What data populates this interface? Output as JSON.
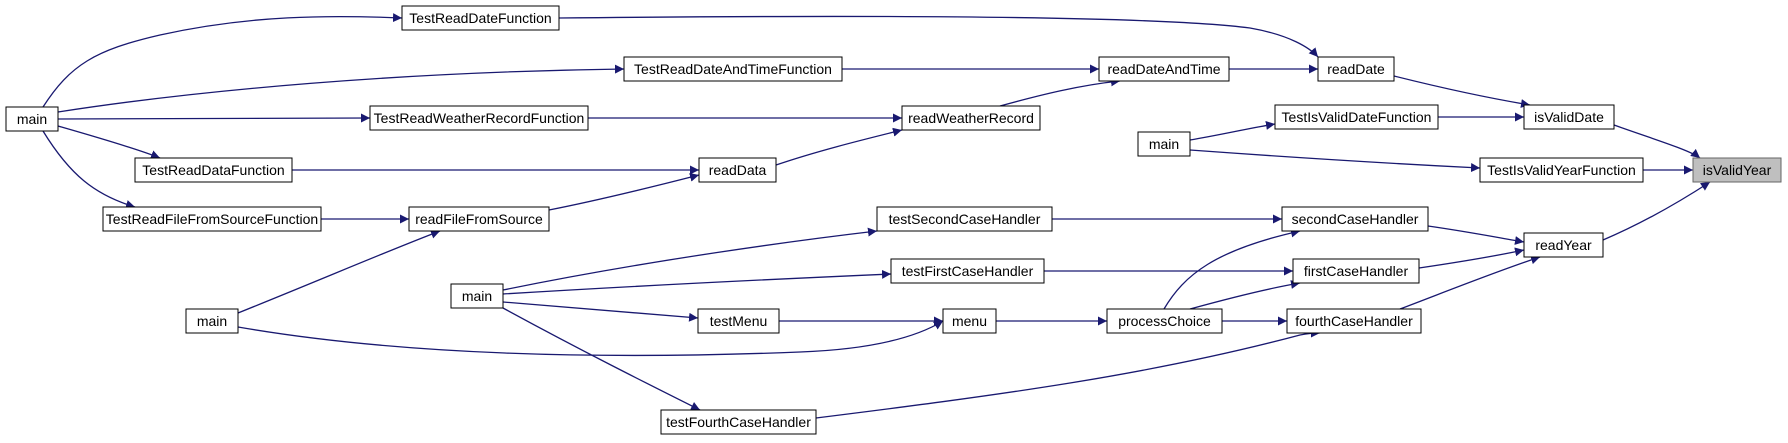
{
  "colors": {
    "edge": "#191970",
    "selected_fill": "#bfbfbf",
    "selected_stroke": "#666666",
    "node_stroke": "#000000",
    "background": "#ffffff"
  },
  "nodes": [
    {
      "id": "isValidYear",
      "label": "isValidYear",
      "selected": true
    },
    {
      "id": "isValidDate",
      "label": "isValidDate"
    },
    {
      "id": "TestIsValidYearFunction",
      "label": "TestIsValidYearFunction"
    },
    {
      "id": "readYear",
      "label": "readYear"
    },
    {
      "id": "readDate",
      "label": "readDate"
    },
    {
      "id": "TestIsValidDateFunction",
      "label": "TestIsValidDateFunction"
    },
    {
      "id": "main_2",
      "label": "main"
    },
    {
      "id": "readDateAndTime",
      "label": "readDateAndTime"
    },
    {
      "id": "TestReadDateFunction",
      "label": "TestReadDateFunction"
    },
    {
      "id": "TestReadDateAndTimeFunction",
      "label": "TestReadDateAndTimeFunction"
    },
    {
      "id": "readWeatherRecord",
      "label": "readWeatherRecord"
    },
    {
      "id": "TestReadWeatherRecordFunction",
      "label": "TestReadWeatherRecordFunction"
    },
    {
      "id": "readData",
      "label": "readData"
    },
    {
      "id": "TestReadDataFunction",
      "label": "TestReadDataFunction"
    },
    {
      "id": "readFileFromSource",
      "label": "readFileFromSource"
    },
    {
      "id": "TestReadFileFromSourceFunction",
      "label": "TestReadFileFromSourceFunction"
    },
    {
      "id": "main_1",
      "label": "main"
    },
    {
      "id": "main_3",
      "label": "main"
    },
    {
      "id": "secondCaseHandler",
      "label": "secondCaseHandler"
    },
    {
      "id": "firstCaseHandler",
      "label": "firstCaseHandler"
    },
    {
      "id": "fourthCaseHandler",
      "label": "fourthCaseHandler"
    },
    {
      "id": "testSecondCaseHandler",
      "label": "testSecondCaseHandler"
    },
    {
      "id": "testFirstCaseHandler",
      "label": "testFirstCaseHandler"
    },
    {
      "id": "processChoice",
      "label": "processChoice"
    },
    {
      "id": "menu",
      "label": "menu"
    },
    {
      "id": "testMenu",
      "label": "testMenu"
    },
    {
      "id": "main_4",
      "label": "main"
    },
    {
      "id": "testFourthCaseHandler",
      "label": "testFourthCaseHandler"
    }
  ],
  "edges": [
    {
      "from": "isValidDate",
      "to": "isValidYear"
    },
    {
      "from": "TestIsValidYearFunction",
      "to": "isValidYear"
    },
    {
      "from": "readYear",
      "to": "isValidYear"
    },
    {
      "from": "readDate",
      "to": "isValidDate"
    },
    {
      "from": "TestIsValidDateFunction",
      "to": "isValidDate"
    },
    {
      "from": "main_2",
      "to": "TestIsValidDateFunction"
    },
    {
      "from": "main_2",
      "to": "TestIsValidYearFunction"
    },
    {
      "from": "readDateAndTime",
      "to": "readDate"
    },
    {
      "from": "TestReadDateFunction",
      "to": "readDate"
    },
    {
      "from": "TestReadDateAndTimeFunction",
      "to": "readDateAndTime"
    },
    {
      "from": "readWeatherRecord",
      "to": "readDateAndTime"
    },
    {
      "from": "TestReadWeatherRecordFunction",
      "to": "readWeatherRecord"
    },
    {
      "from": "readData",
      "to": "readWeatherRecord"
    },
    {
      "from": "TestReadDataFunction",
      "to": "readData"
    },
    {
      "from": "readFileFromSource",
      "to": "readData"
    },
    {
      "from": "TestReadFileFromSourceFunction",
      "to": "readFileFromSource"
    },
    {
      "from": "main_3",
      "to": "readFileFromSource"
    },
    {
      "from": "main_1",
      "to": "TestReadDateFunction"
    },
    {
      "from": "main_1",
      "to": "TestReadDateAndTimeFunction"
    },
    {
      "from": "main_1",
      "to": "TestReadWeatherRecordFunction"
    },
    {
      "from": "main_1",
      "to": "TestReadDataFunction"
    },
    {
      "from": "main_1",
      "to": "TestReadFileFromSourceFunction"
    },
    {
      "from": "secondCaseHandler",
      "to": "readYear"
    },
    {
      "from": "firstCaseHandler",
      "to": "readYear"
    },
    {
      "from": "fourthCaseHandler",
      "to": "readYear"
    },
    {
      "from": "testSecondCaseHandler",
      "to": "secondCaseHandler"
    },
    {
      "from": "processChoice",
      "to": "secondCaseHandler"
    },
    {
      "from": "testFirstCaseHandler",
      "to": "firstCaseHandler"
    },
    {
      "from": "processChoice",
      "to": "firstCaseHandler"
    },
    {
      "from": "processChoice",
      "to": "fourthCaseHandler"
    },
    {
      "from": "testFourthCaseHandler",
      "to": "fourthCaseHandler"
    },
    {
      "from": "menu",
      "to": "processChoice"
    },
    {
      "from": "testMenu",
      "to": "menu"
    },
    {
      "from": "main_3",
      "to": "menu"
    },
    {
      "from": "main_4",
      "to": "testSecondCaseHandler"
    },
    {
      "from": "main_4",
      "to": "testFirstCaseHandler"
    },
    {
      "from": "main_4",
      "to": "testMenu"
    },
    {
      "from": "main_4",
      "to": "testFourthCaseHandler"
    }
  ]
}
